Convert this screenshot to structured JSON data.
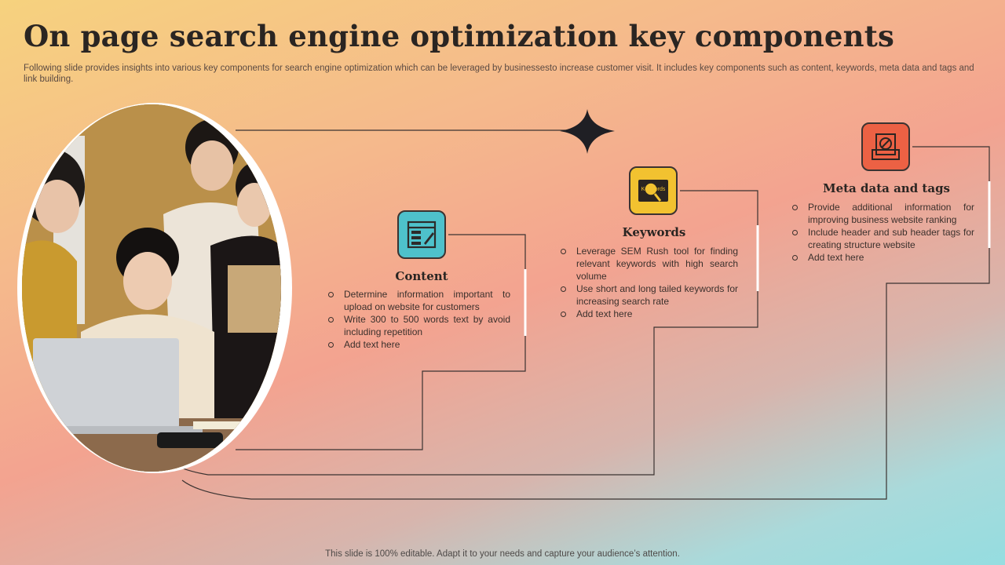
{
  "slide": {
    "title": "On page search engine optimization key components",
    "subtitle": "Following slide provides insights into various key components for search engine optimization which can be leveraged by businessesto increase customer visit. It includes key components such as content, keywords, meta data and tags and link building.",
    "footer": "This slide is 100% editable. Adapt it to your needs and capture your audience’s attention."
  },
  "photo": {
    "description_icon": "team-photo"
  },
  "steps": [
    {
      "heading": "Content",
      "icon": "content-icon",
      "color": "#4ec1cb",
      "bullets": [
        "Determine information important to upload on website for customers",
        "Write 300 to 500 words text by avoid including repetition",
        "Add text here"
      ]
    },
    {
      "heading": "Keywords",
      "icon": "keywords-icon",
      "icon_text": "Keywords",
      "color": "#f2c230",
      "bullets": [
        "Leverage SEM Rush tool for finding relevant keywords with high search volume",
        "Use short and long tailed keywords for increasing search rate",
        "Add text here"
      ]
    },
    {
      "heading": "Meta data and tags",
      "icon": "meta-tags-icon",
      "color": "#ec6144",
      "bullets": [
        "Provide additional information for improving business website ranking",
        "Include header and sub header tags for creating structure website",
        "Add text here"
      ]
    }
  ]
}
